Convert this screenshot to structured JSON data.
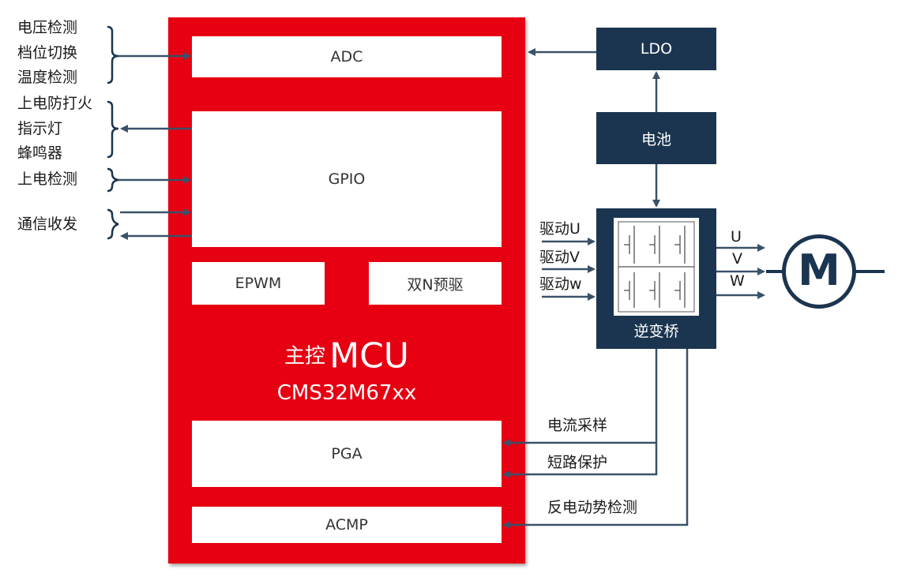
{
  "mcu": {
    "title_prefix": "主控",
    "title_main": "MCU",
    "model": "CMS32M67xx",
    "blocks": {
      "adc": "ADC",
      "gpio": "GPIO",
      "epwm": "EPWM",
      "predriver": "双N预驱",
      "pga": "PGA",
      "acmp": "ACMP"
    }
  },
  "left_labels": {
    "adc_group": [
      "电压检测",
      "档位切换",
      "温度检测"
    ],
    "gpio_out_group": [
      "上电防打火",
      "指示灯",
      "蜂鸣器"
    ],
    "power_detect": "上电检测",
    "comm": "通信收发"
  },
  "right": {
    "ldo": "LDO",
    "battery": "电池",
    "inverter": "逆变桥",
    "drive_inputs": [
      "驱动U",
      "驱动V",
      "驱动w"
    ],
    "phase_outputs": [
      "U",
      "V",
      "W"
    ],
    "motor": "M",
    "feedback": {
      "current": "电流采样",
      "short": "短路保护",
      "bemf": "反电动势检测"
    }
  },
  "colors": {
    "mcu_red": "#e60012",
    "dark_navy": "#1b3550",
    "line": "#3a5268"
  }
}
